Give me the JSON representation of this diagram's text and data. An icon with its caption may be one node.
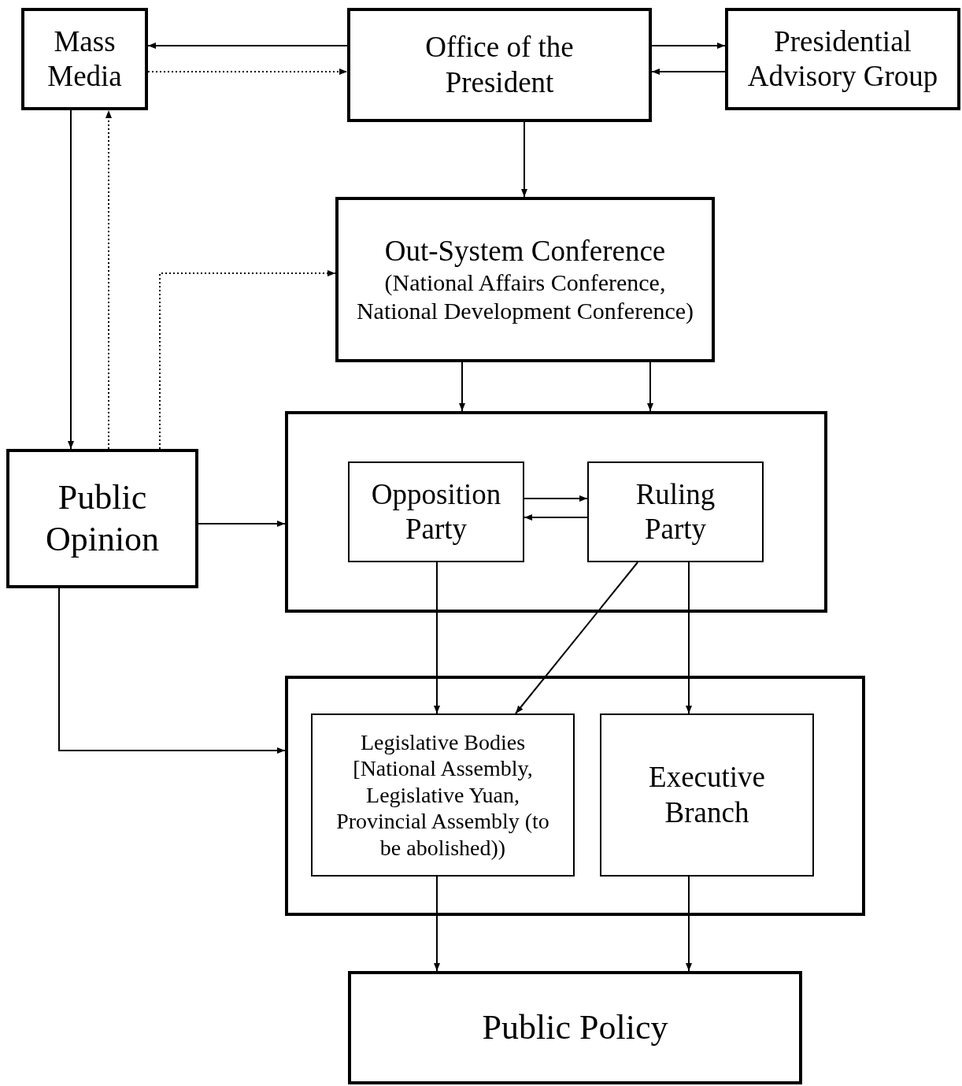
{
  "diagram": {
    "nodes": [
      {
        "text": [
          "Mass Media"
        ]
      },
      {
        "text": [
          "Office of the President"
        ]
      },
      {
        "text": [
          "Presidential Advisory Group"
        ]
      },
      {
        "text": [
          "Out-System Conference",
          "(National Affairs Conference, National Development Conference)"
        ]
      },
      {
        "text": [
          "Public Opinion"
        ]
      },
      {
        "text": [],
        "shape": "box"
      },
      {
        "text": [
          "Opposition Party"
        ],
        "in": 5
      },
      {
        "text": [
          "Ruling Party"
        ],
        "in": 5
      },
      {
        "text": [],
        "shape": "box"
      },
      {
        "text": [
          "Legislative Bodies [National Assembly, Legislative Yuan, Provincial Assembly (to be abolished))"
        ],
        "in": 8
      },
      {
        "text": [
          "Executive Branch"
        ],
        "in": 8
      },
      {
        "text": [
          "Public Policy"
        ]
      }
    ],
    "edges": [
      {
        "from": 1,
        "to": 0,
        "arrow": "to"
      },
      {
        "from": 0,
        "to": 1,
        "arrow": "to",
        "style": "dashed"
      },
      {
        "from": 1,
        "to": 2,
        "arrow": "to"
      },
      {
        "from": 2,
        "to": 1,
        "arrow": "to"
      },
      {
        "from": 1,
        "to": 3,
        "arrow": "to"
      },
      {
        "from": 0,
        "to": 4,
        "arrow": "to"
      },
      {
        "from": 4,
        "to": 0,
        "arrow": "to",
        "style": "dashed"
      },
      {
        "from": 4,
        "to": 3,
        "arrow": "to",
        "style": "dashed"
      },
      {
        "from": 3,
        "to": 5,
        "arrow": "to"
      },
      {
        "from": 3,
        "to": 5,
        "arrow": "to"
      },
      {
        "from": 4,
        "to": 5,
        "arrow": "to"
      },
      {
        "from": 6,
        "to": 7,
        "arrow": "to"
      },
      {
        "from": 7,
        "to": 6,
        "arrow": "to"
      },
      {
        "from": 6,
        "to": 9,
        "arrow": "to"
      },
      {
        "from": 7,
        "to": 9,
        "arrow": "to"
      },
      {
        "from": 7,
        "to": 10,
        "arrow": "to"
      },
      {
        "from": 4,
        "to": 8,
        "arrow": "to"
      },
      {
        "from": 9,
        "to": 11,
        "arrow": "to"
      },
      {
        "from": 10,
        "to": 11,
        "arrow": "to"
      }
    ]
  }
}
